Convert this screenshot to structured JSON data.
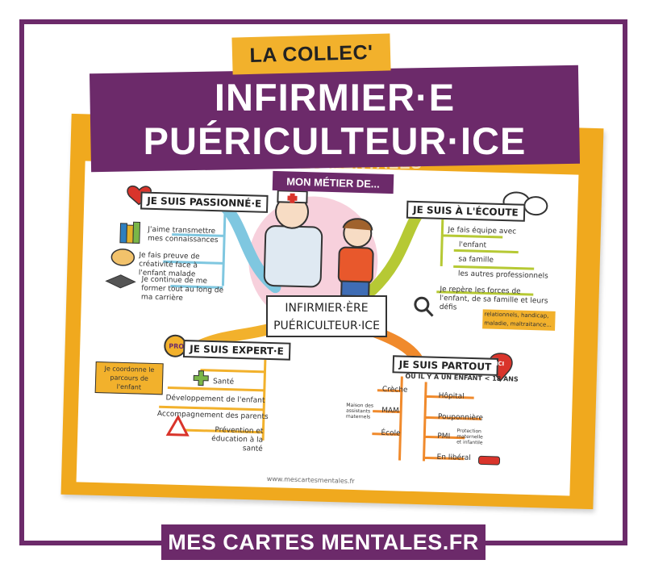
{
  "header": {
    "collec_label": "LA COLLEC'",
    "title_line1": "INFIRMIER·E",
    "title_line2": "PUÉRICULTEUR·ICE"
  },
  "poster": {
    "banner_partial": "ES MENTALES",
    "mon_metier": "MON MÉTIER DE...",
    "center_line1": "INFIRMIER·ÈRE",
    "center_line2": "PUÉRICULTEUR·ICE",
    "footer_url": "www.mescartesmentales.fr",
    "branches": {
      "passionne": {
        "title": "JE SUIS PASSIONNÉ·E",
        "items": [
          "J'aime transmettre mes connaissances",
          "Je fais preuve de créativité face à l'enfant malade",
          "Je continue de me former tout au long de ma carrière"
        ]
      },
      "ecoute": {
        "title": "JE SUIS À L'ÉCOUTE",
        "items": [
          "Je fais équipe avec",
          "l'enfant",
          "sa famille",
          "les autres professionnels",
          "Je repère les forces de l'enfant, de sa famille et leurs défis",
          "relationnels, handicap, maladie, maltraitance..."
        ]
      },
      "expert": {
        "title": "JE SUIS EXPERT·E",
        "badge": "PRO",
        "side_note": "Je coordonne le parcours de l'enfant",
        "items": [
          "Santé",
          "Développement de l'enfant",
          "Accompagnement des parents",
          "Prévention et éducation à la santé"
        ]
      },
      "partout": {
        "title": "JE SUIS PARTOUT",
        "subtitle": "OÙ IL Y A UN ENFANT < 18 ANS",
        "pin": "ICI",
        "left_items": [
          "Crèche",
          "MAM",
          "École"
        ],
        "mam_note": "Maison des assistants maternels",
        "right_items": [
          "Hôpital",
          "Pouponnière",
          "PMI",
          "En libéral"
        ],
        "pmi_note": "Protection maternelle et infantile"
      }
    }
  },
  "footer": {
    "site": "MES CARTES MENTALES.FR"
  },
  "colors": {
    "purple": "#6c2a6a",
    "orange": "#f0a91e",
    "yellow": "#f2b12c",
    "green": "#b6c934",
    "blue": "#7fc7e0",
    "pink": "#f6c8d6"
  }
}
